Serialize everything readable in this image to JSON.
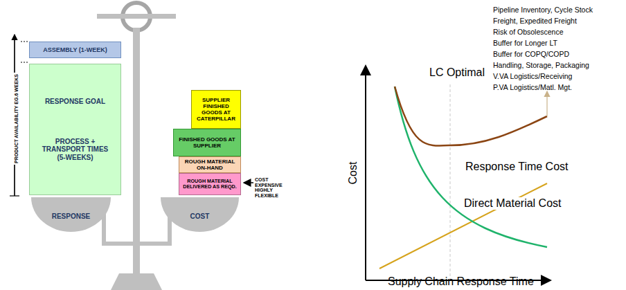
{
  "diagram": {
    "nodes": [
      {
        "text": [
          "ASSEMBLY (1-WEEK)"
        ]
      },
      {
        "text": [
          "RESPONSE GOAL",
          "PROCESS + TRANSPORT TIMES (5-WEEKS)"
        ]
      },
      {
        "text": [
          "RESPONSE"
        ]
      },
      {
        "text": [
          "SUPPLIER FINISHED GOODS AT CATERPILLAR"
        ]
      },
      {
        "text": [
          "FINISHED GOODS AT SUPPLIER"
        ]
      },
      {
        "text": [
          "ROUGH MATERIAL ON-HAND"
        ]
      },
      {
        "text": [
          "ROUGH MATERIAL DELIVERED AS REQD."
        ]
      },
      {
        "text": [
          "COST"
        ]
      }
    ],
    "labels": [
      "PRODUCT AVAILABILITY EG.6 WEEKS",
      "COST EXPENSIVE HIGHLY FLEXIBLE",
      "Pipeline Inventory, Cycle Stock",
      "Freight, Expedited Freight",
      "Risk of Obsolescence",
      "Buffer for Longer LT",
      "Buffer for COPQ/COPD",
      "Handling, Storage, Packaging",
      "V.VA Logistics/Receiving",
      "P.VA Logistics/Matl. Mgt.",
      "LC Optimal",
      "Response Time Cost",
      "Direct Material Cost",
      "Cost",
      "Supply Chain Response Time"
    ]
  }
}
